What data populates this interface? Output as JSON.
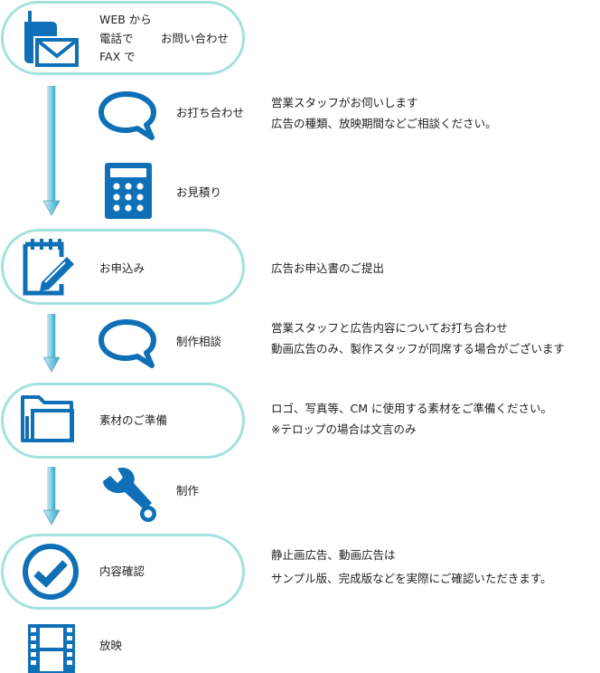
{
  "colors": {
    "icon": "#0f70b7",
    "pill_border": "#a3e2dc",
    "arrow": "#5bc4dc"
  },
  "steps": {
    "inquiry": {
      "icon": "phone-mail-icon",
      "lines": [
        "WEB から",
        "電話で",
        "FAX で"
      ],
      "label": "お問い合わせ"
    },
    "meeting": {
      "icon": "speech-bubble-icon",
      "label": "お打ち合わせ",
      "desc": [
        "営業スタッフがお伺いします",
        "広告の種類、放映期間などご相談ください。"
      ]
    },
    "estimate": {
      "icon": "calculator-icon",
      "label": "お見積り"
    },
    "application": {
      "icon": "notepad-pencil-icon",
      "label": "お申込み",
      "desc": [
        "広告お申込書のご提出"
      ]
    },
    "production_consult": {
      "icon": "speech-bubble-icon",
      "label": "制作相談",
      "desc": [
        "営業スタッフと広告内容についてお打ち合わせ",
        "動画広告のみ、製作スタッフが同席する場合がございます"
      ]
    },
    "materials": {
      "icon": "folder-icon",
      "label": "素材のご準備",
      "desc": [
        "ロゴ、写真等、CM に使用する素材をご準備ください。",
        "※テロップの場合は文言のみ"
      ]
    },
    "production": {
      "icon": "wrench-icon",
      "label": "制作"
    },
    "confirm": {
      "icon": "check-circle-icon",
      "label": "内容確認",
      "desc": [
        "静止画広告、動画広告は",
        "サンプル版、完成版などを実際にご確認いただきます。"
      ]
    },
    "broadcast": {
      "icon": "film-icon",
      "label": "放映"
    }
  }
}
